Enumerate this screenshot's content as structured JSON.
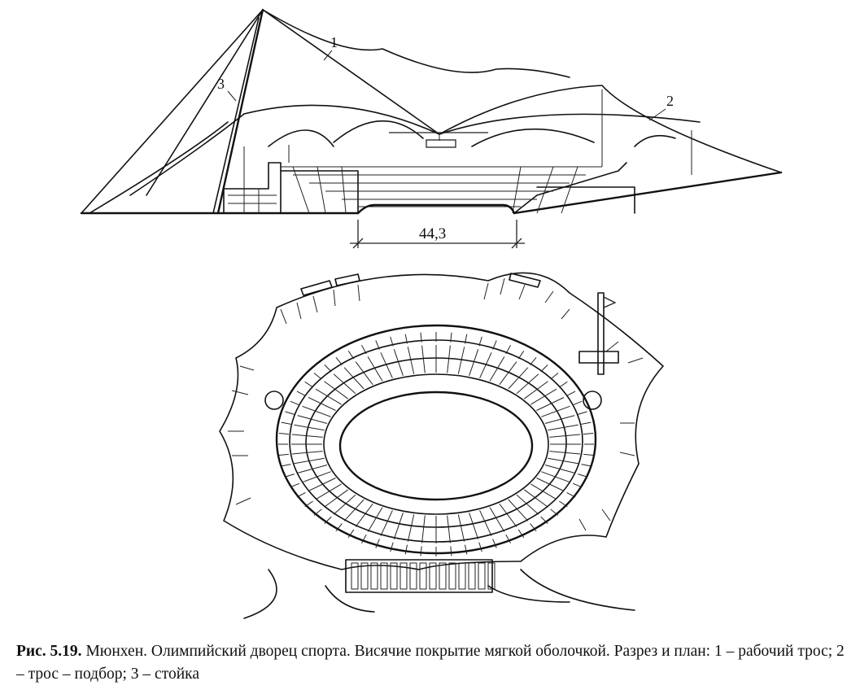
{
  "section": {
    "labels": [
      "1",
      "2",
      "3"
    ],
    "dimension": "44,3"
  },
  "caption": {
    "figure_number": "Рис. 5.19.",
    "text": " Мюнхен. Олимпийский дворец спорта. Висячие покрытие мягкой оболочкой. Разрез и план: 1 – рабочий трос; 2 – трос – подбор; 3 – стойка"
  }
}
